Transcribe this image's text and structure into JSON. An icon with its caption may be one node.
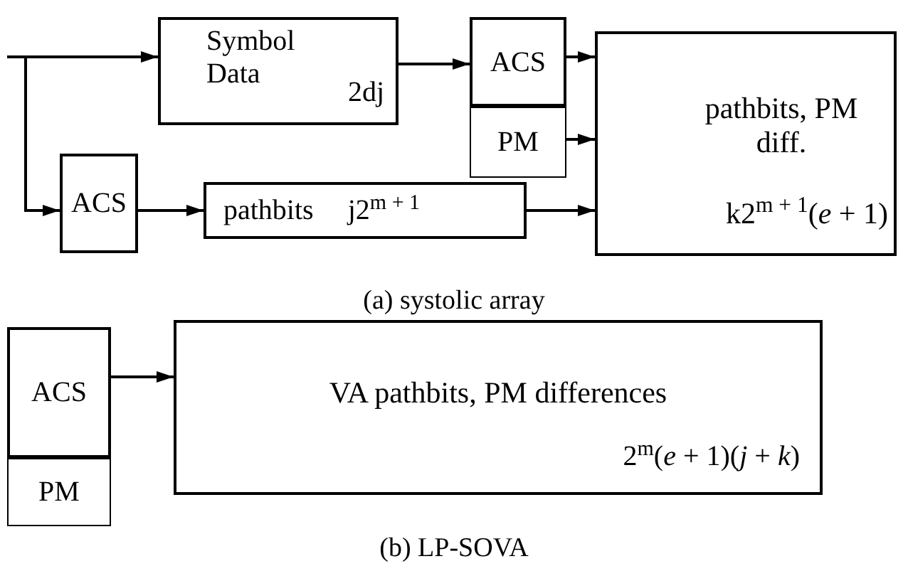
{
  "diagram": {
    "nodes": [
      {
        "text": [
          "Symbol Data",
          "2dj"
        ]
      },
      {
        "text": [
          "ACS"
        ]
      },
      {
        "text": [
          "PM"
        ]
      },
      {
        "text": [
          "pathbits, PM diff.",
          "k2$^{m + 1}$(*e* + 1)"
        ]
      },
      {
        "text": [
          "ACS"
        ]
      },
      {
        "text": [
          "pathbits",
          "j2$^{m + 1}$"
        ]
      },
      {
        "text": [
          "ACS"
        ]
      },
      {
        "text": [
          "PM"
        ]
      },
      {
        "text": [
          "VA pathbits, PM differences",
          "2$^{m}$(*e* + 1)(*j* + *k*)"
        ]
      }
    ],
    "edges": [
      {
        "from": null,
        "to": 0,
        "arrow": "to"
      },
      {
        "from": null,
        "to": 4,
        "arrow": "to"
      },
      {
        "from": 0,
        "to": 1,
        "arrow": "to"
      },
      {
        "from": 1,
        "to": 3,
        "arrow": "to"
      },
      {
        "from": 2,
        "to": 3,
        "arrow": "to"
      },
      {
        "from": 4,
        "to": 5,
        "arrow": "to"
      },
      {
        "from": 5,
        "to": 3,
        "arrow": "to"
      },
      {
        "from": 6,
        "to": 8,
        "arrow": "to"
      }
    ],
    "labels": [
      "(a) systolic array",
      "(b) LP-SOVA"
    ]
  }
}
